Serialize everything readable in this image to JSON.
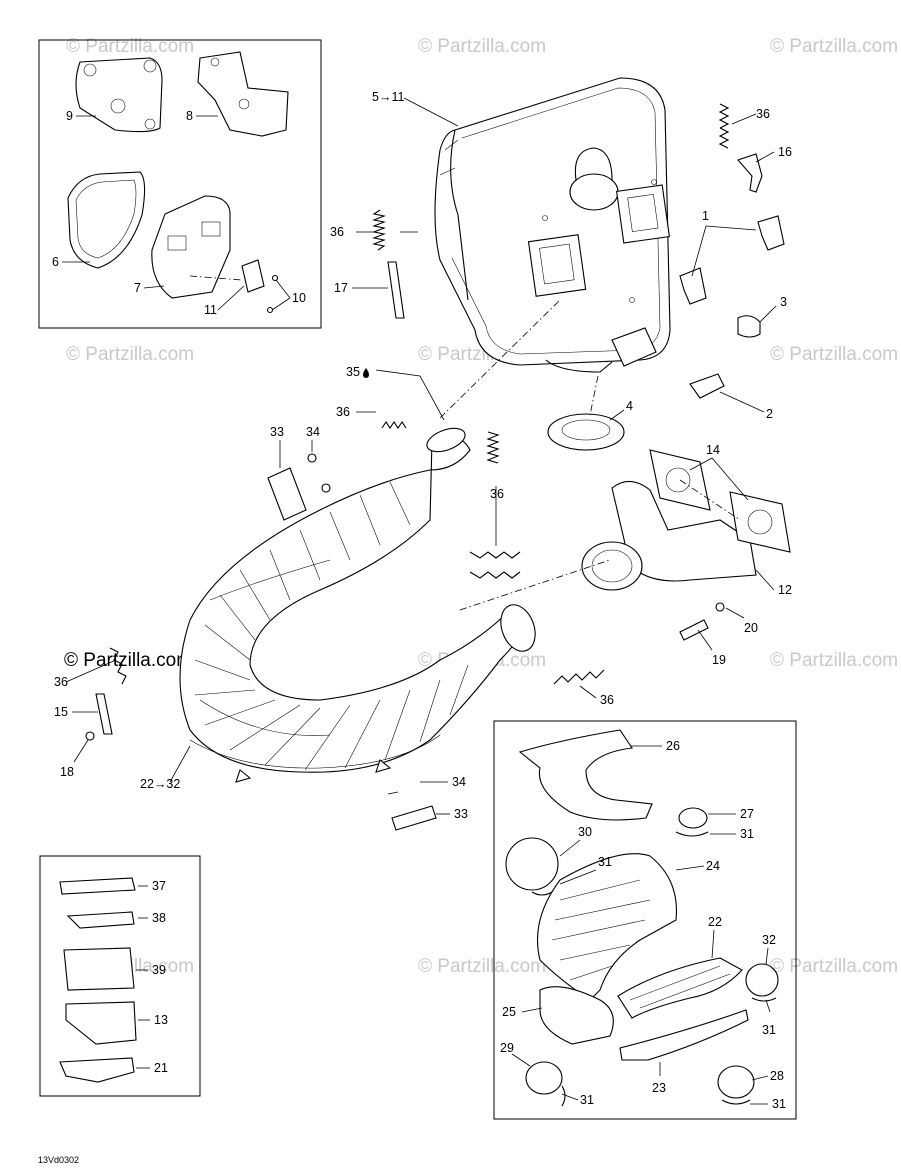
{
  "watermarks": {
    "text": "© Partzilla.com"
  },
  "diagram_code": "13Vd0302",
  "labels": {
    "l5_11": "5→11",
    "l36a": "36",
    "l16": "16",
    "l1": "1",
    "l36b": "36",
    "l17": "17",
    "l3": "3",
    "l35": "35",
    "l2": "2",
    "l36c": "36",
    "l4": "4",
    "l33a": "33",
    "l34a": "34",
    "l14": "14",
    "l36d": "36",
    "l12": "12",
    "l20": "20",
    "l19": "19",
    "l36e": "36",
    "l15": "15",
    "l18": "18",
    "l36f": "36",
    "l22_32": "22→32",
    "l34b": "34",
    "l33b": "33",
    "l9": "9",
    "l8": "8",
    "l6": "6",
    "l7": "7",
    "l10": "10",
    "l11": "11",
    "l37": "37",
    "l38": "38",
    "l39": "39",
    "l13": "13",
    "l21": "21",
    "l26": "26",
    "l27": "27",
    "l31a": "31",
    "l30": "30",
    "l31b": "31",
    "l24": "24",
    "l22": "22",
    "l32": "32",
    "l25": "25",
    "l31c": "31",
    "l29": "29",
    "l28": "28",
    "l23": "23",
    "l31d": "31",
    "l31e": "31"
  }
}
